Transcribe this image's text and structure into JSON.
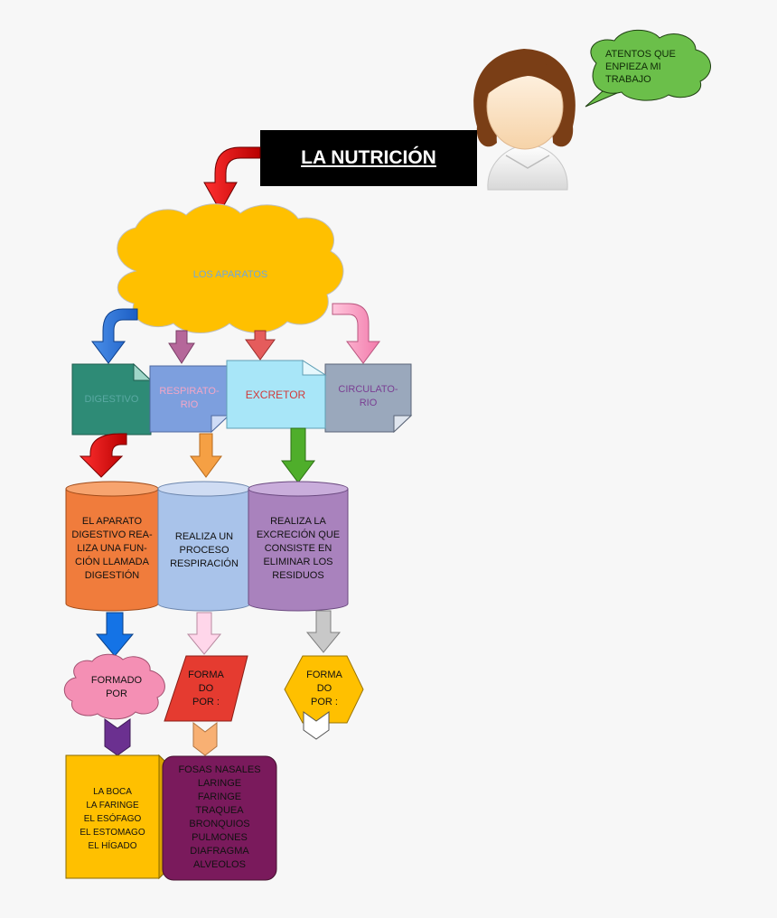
{
  "title": "LA NUTRICIÓN",
  "speech_bubble": "ATENTOS QUE\nENPIEZA MI\nTRABAJO",
  "center_cloud": "LOS APARATOS",
  "systems": [
    {
      "label": "DIGESTIVO",
      "text_color": "#5aa9a3"
    },
    {
      "label": "RESPIRATO-\nRIO",
      "text_color": "#f4a6c6"
    },
    {
      "label": "EXCRETOR",
      "text_color": "#d03a3a"
    },
    {
      "label": "CIRCULATO-\nRIO",
      "text_color": "#7a3f93"
    }
  ],
  "functions": [
    "EL APARATO\nDIGESTIVO REA-\nLIZA UNA FUN-\nCIÓN LLAMADA\nDIGESTIÓN",
    "REALIZA UN\nPROCESO\nRESPIRACIÓN",
    "REALIZA LA\nEXCRECIÓN QUE\nCONSISTE EN\nELIMINAR LOS\nRESIDUOS"
  ],
  "formed_by": [
    "FORMADO\nPOR",
    "FORMA\nDO\nPOR :",
    "FORMA\nDO\nPOR :"
  ],
  "organs": {
    "digestive": "LA BOCA\nLA FARINGE\nEL ESÓFAGO\nEL ESTOMAGO\nEL HÍGADO",
    "respiratory": "FOSAS NASALES\nLARINGE\nFARINGE\nTRAQUEA\nBRONQUIOS\nPULMONES\nDIAFRAGMA\nALVEOLOS"
  },
  "colors": {
    "title_bg": "#000000",
    "cloud": "#ffc000",
    "speech": "#70c040",
    "digestive": "#2e8b76",
    "respiratory": "#7d9fde",
    "excretor": "#a8e6f8",
    "circulatory": "#9aa8bc",
    "cyl_digestive": "#f07c3c",
    "cyl_respiratory": "#a9c3ea",
    "cyl_excretor": "#a982bd"
  }
}
